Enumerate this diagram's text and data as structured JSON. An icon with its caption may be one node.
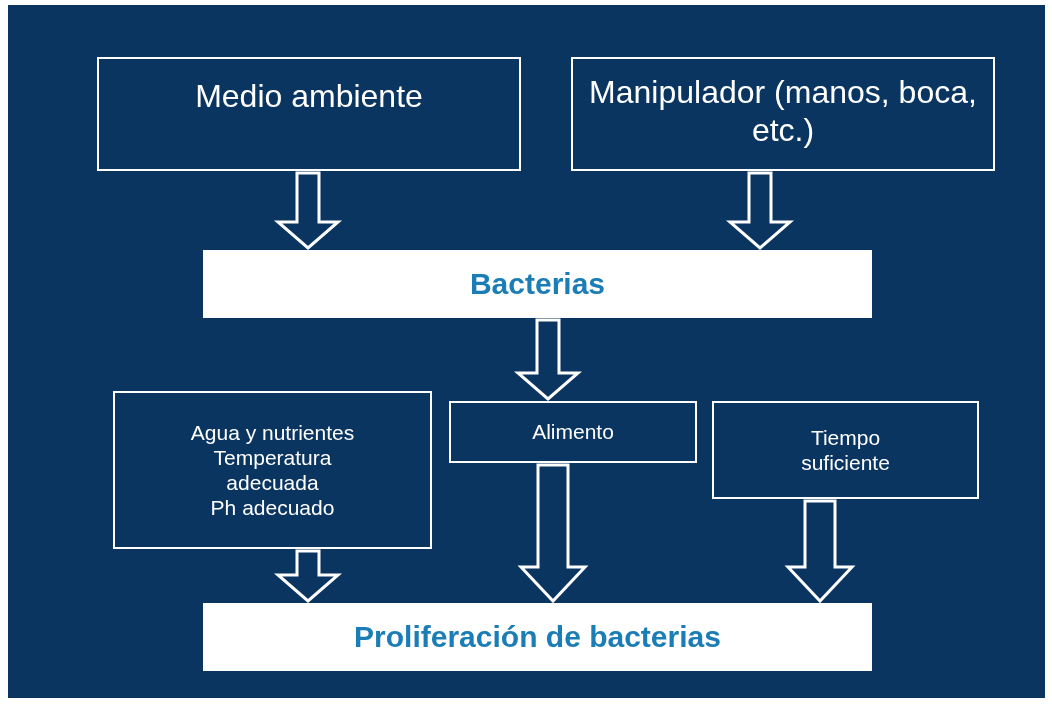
{
  "diagram": {
    "nodes": [
      {
        "text": [
          "Medio ambiente"
        ]
      },
      {
        "text": [
          "Manipulador (manos, boca, etc.)"
        ]
      },
      {
        "text": [
          "Bacterias"
        ]
      },
      {
        "text": [
          "Agua y nutrientes",
          "Temperatura adecuada",
          "Ph adecuado"
        ]
      },
      {
        "text": [
          "Alimento"
        ]
      },
      {
        "text": [
          "Tiempo suficiente"
        ]
      },
      {
        "text": [
          "Proliferación de bacterias"
        ]
      }
    ],
    "edges": [
      {
        "from": 0,
        "to": 2,
        "arrow": "to"
      },
      {
        "from": 1,
        "to": 2,
        "arrow": "to"
      },
      {
        "from": 2,
        "to": 4,
        "arrow": "to"
      },
      {
        "from": 3,
        "to": 6,
        "arrow": "to"
      },
      {
        "from": 4,
        "to": 6,
        "arrow": "to"
      },
      {
        "from": 5,
        "to": 6,
        "arrow": "to"
      }
    ]
  }
}
